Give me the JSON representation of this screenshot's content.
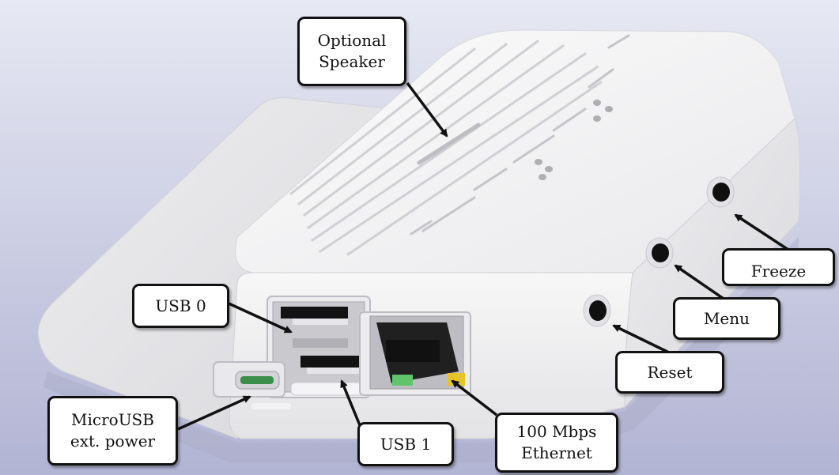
{
  "labels": {
    "speaker": {
      "line1": "Optional",
      "line2": "Speaker"
    },
    "usb0": "USB 0",
    "usb1": "USB 1",
    "microusb": {
      "line1": "MicroUSB",
      "line2": "ext. power"
    },
    "ethernet": {
      "line1": "100 Mbps",
      "line2": "Ethernet"
    },
    "freeze": "Freeze",
    "menu": "Menu",
    "reset": "Reset"
  },
  "colors": {
    "background_top": "#e4e6f2",
    "background_bottom": "#b4b6d6",
    "device_body": "#f4f4f4",
    "device_shadow": "#d4d4d8",
    "port_metal": "#c8c8cc",
    "led_green": "#5fc46a",
    "led_yellow": "#e4c42a",
    "arrow": "#111111"
  }
}
